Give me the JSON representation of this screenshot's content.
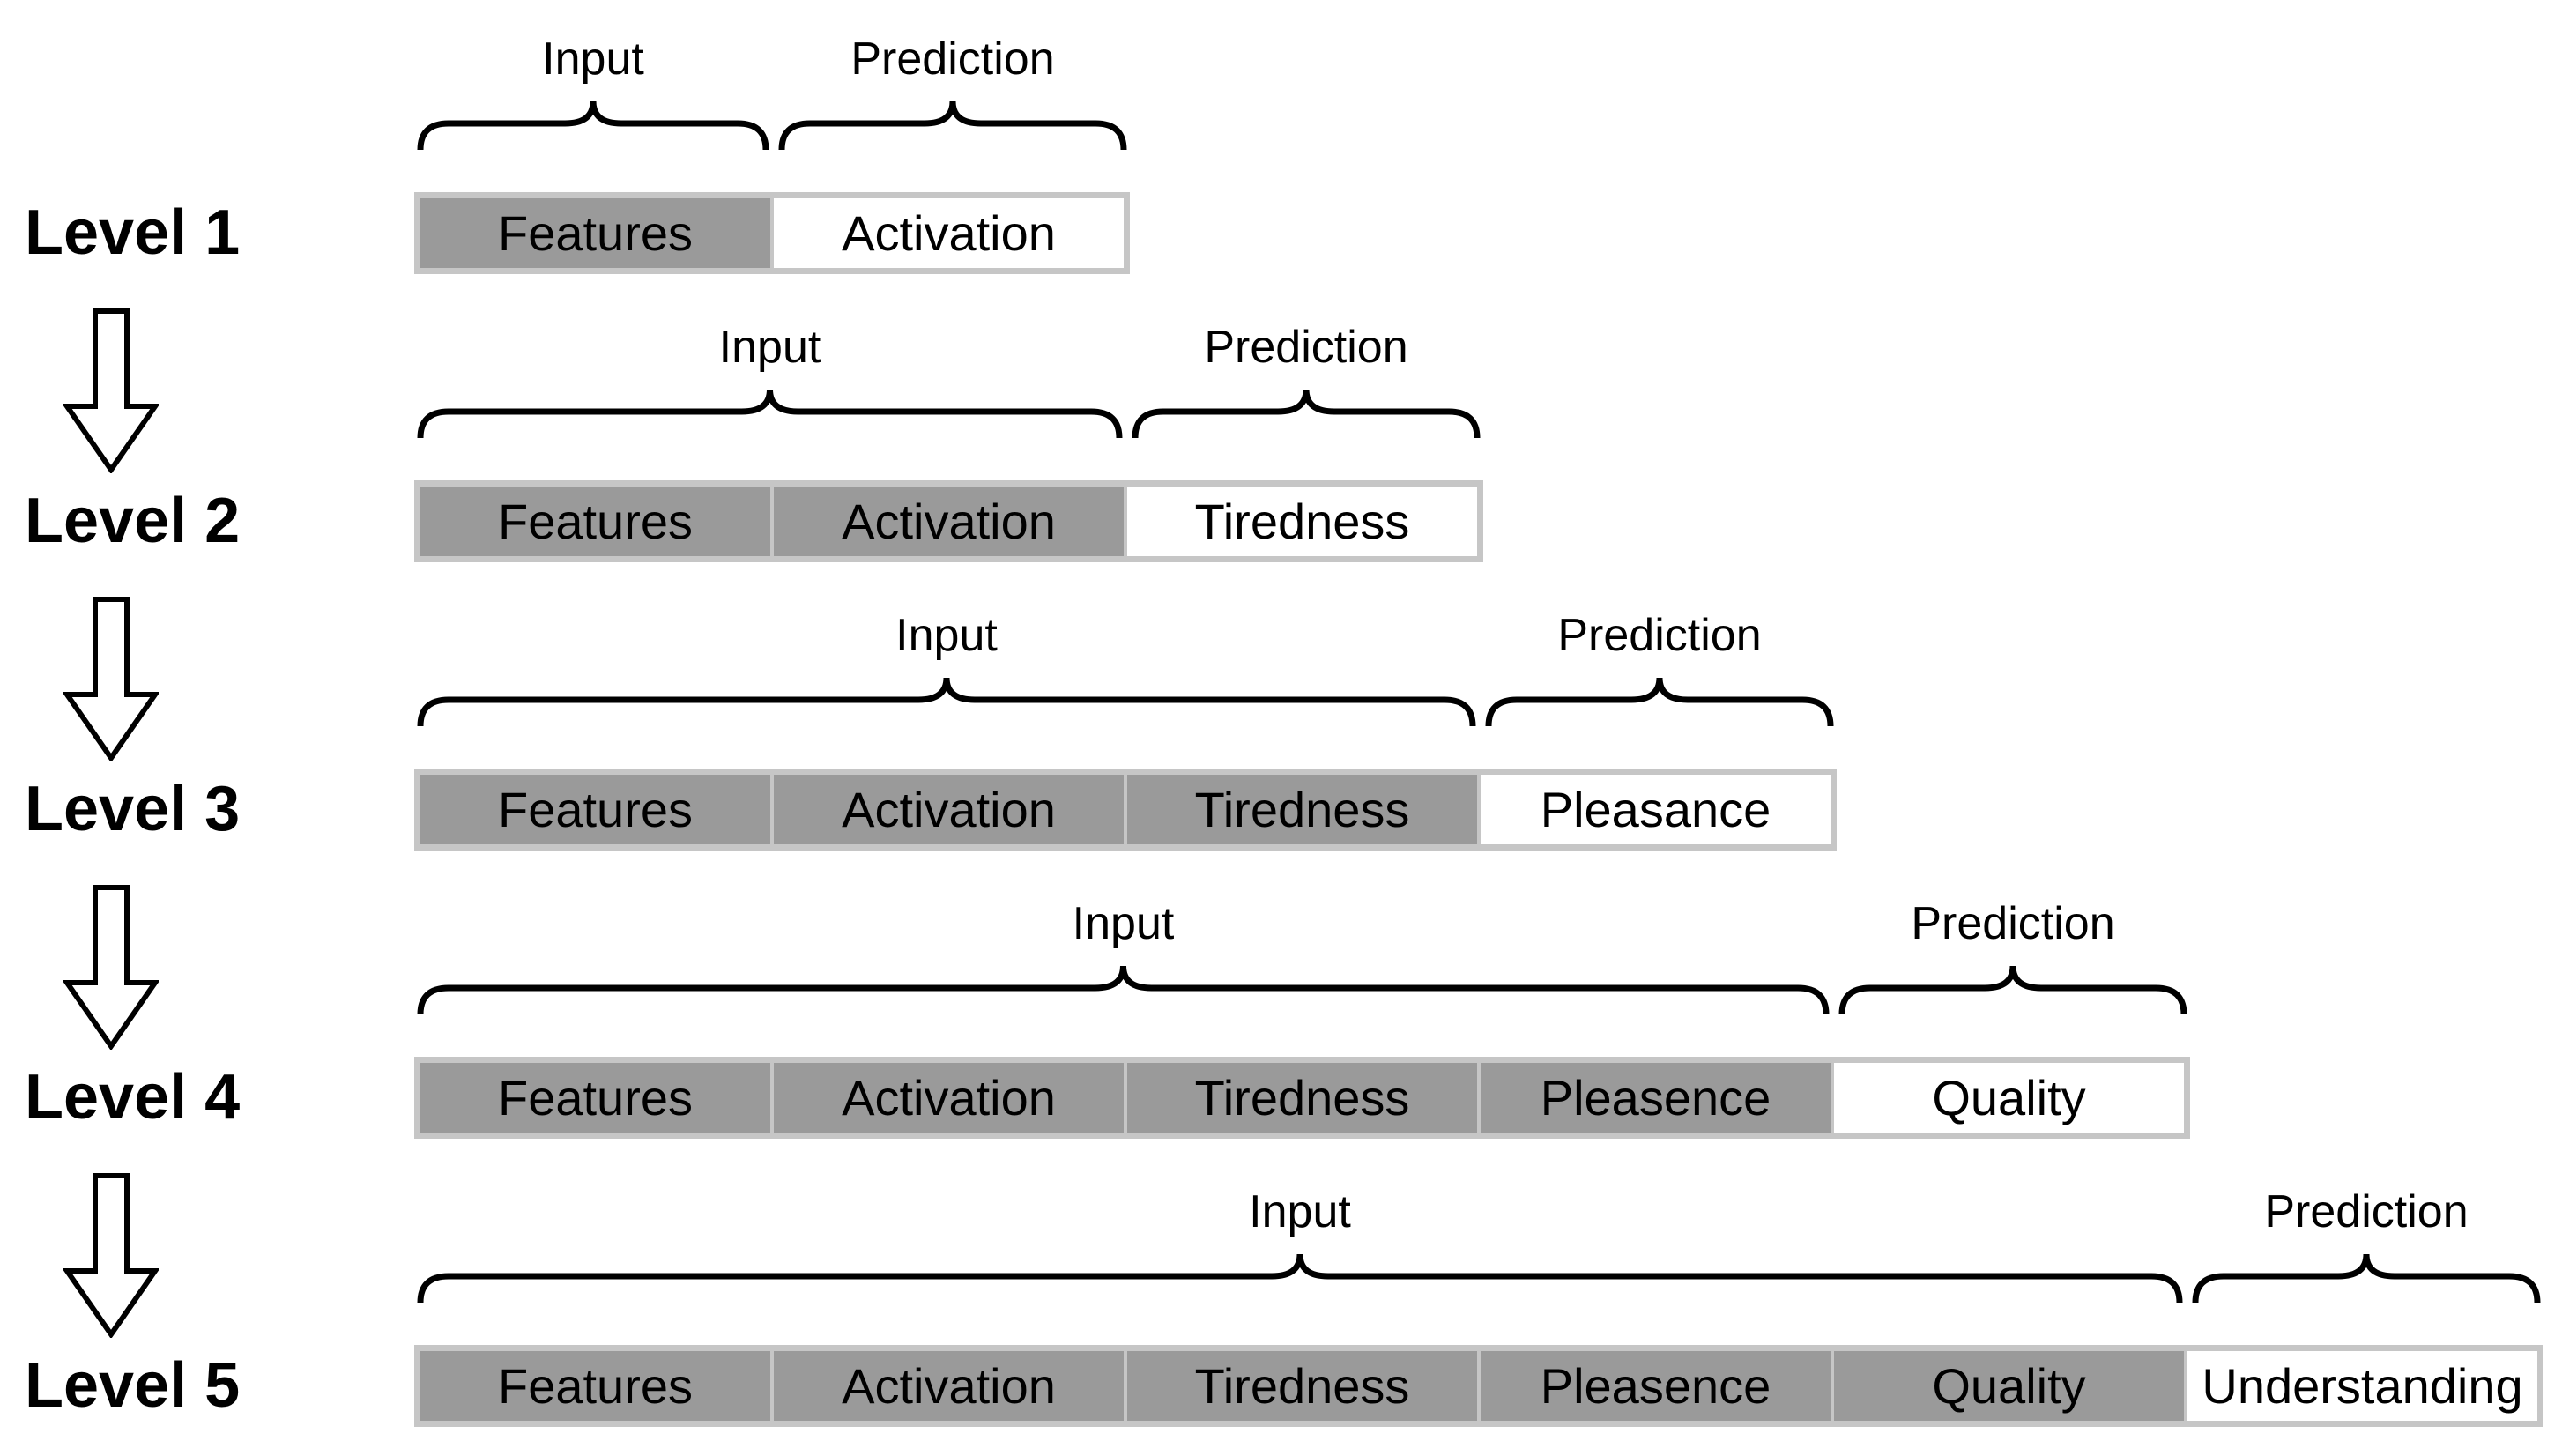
{
  "diagram": {
    "levels": [
      {
        "label": "Level 1",
        "input_label": "Input",
        "prediction_label": "Prediction",
        "input_segments": [
          "Features"
        ],
        "prediction_segment": "Activation"
      },
      {
        "label": "Level 2",
        "input_label": "Input",
        "prediction_label": "Prediction",
        "input_segments": [
          "Features",
          "Activation"
        ],
        "prediction_segment": "Tiredness"
      },
      {
        "label": "Level 3",
        "input_label": "Input",
        "prediction_label": "Prediction",
        "input_segments": [
          "Features",
          "Activation",
          "Tiredness"
        ],
        "prediction_segment": "Pleasance"
      },
      {
        "label": "Level 4",
        "input_label": "Input",
        "prediction_label": "Prediction",
        "input_segments": [
          "Features",
          "Activation",
          "Tiredness",
          "Pleasence"
        ],
        "prediction_segment": "Quality"
      },
      {
        "label": "Level 5",
        "input_label": "Input",
        "prediction_label": "Prediction",
        "input_segments": [
          "Features",
          "Activation",
          "Tiredness",
          "Pleasence",
          "Quality"
        ],
        "prediction_segment": "Understanding"
      }
    ],
    "icons": {
      "level_transition": "down-arrow-icon"
    },
    "colors": {
      "input_fill": "#9a9a9a",
      "bar_border": "#c6c6c6",
      "prediction_fill": "#ffffff",
      "text": "#000000",
      "background": "#ffffff"
    }
  }
}
